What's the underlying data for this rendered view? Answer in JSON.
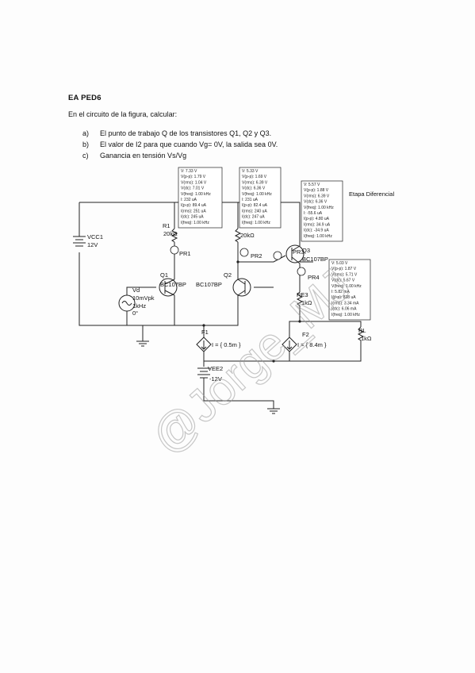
{
  "document": {
    "title": "EA PED6",
    "intro": "En el circuito de la figura, calcular:",
    "questions": [
      {
        "label": "a)",
        "text": "El punto de trabajo Q de los transistores Q1, Q2 y Q3."
      },
      {
        "label": "b)",
        "text": "El valor de I2 para que cuando Vg= 0V, la salida sea 0V."
      },
      {
        "label": "c)",
        "text": "Ganancia en tensión Vs/Vg"
      }
    ]
  },
  "circuit": {
    "annotation": "Etapa Diferencial",
    "components": {
      "vcc1_name": "VCC1",
      "vcc1_value": "12V",
      "r1_name": "R1",
      "r1_value": "20kΩ",
      "r2_value": "20kΩ",
      "pr1": "PR1",
      "pr2": "PR2",
      "pr3": "PR3",
      "pr4": "PR4",
      "q1_name": "Q1",
      "q1_model": "BC107BP",
      "q2_name": "Q2",
      "q2_model": "BC107BP",
      "q3_name": "Q3",
      "q3_model": "BC107BP",
      "vg_name": "Vd",
      "vg_amp": "10mVpk",
      "vg_freq": "1kHz",
      "vg_phase": "0°",
      "re3_name": "RE3",
      "re3_value": "1kΩ",
      "rl_name": "RL",
      "rl_value": "1kΩ",
      "f1_name": "F1",
      "f1_value": "I = { 0.5m }",
      "f2_name": "F2",
      "f2_value": "I = { 8.4m }",
      "vee2_name": "VEE2",
      "vee2_value": "-12V"
    },
    "probes": {
      "pr1": [
        "V: 7.33 V",
        "V(p-p): 1.79 V",
        "V(rms): 1.04 V",
        "V(dc): 7.01 V",
        "V(freq): 1.00 kHz",
        "I: 232 uA",
        "I(p-p): 89.4 uA",
        "I(rms): 251 uA",
        "I(dc): 245 uA",
        "I(freq): 1.00 kHz"
      ],
      "pr2": [
        "V: 5.33 V",
        "V(p-p): 1.69 V",
        "V(rms): 6.39 V",
        "V(dc): 6.36 V",
        "V(freq): 1.00 kHz",
        "I: 231 uA",
        "I(p-p): 82.4 uA",
        "I(rms): 240 uA",
        "I(dc): 247 uA",
        "I(freq): 1.00 kHz"
      ],
      "pr3": [
        "V: 5.57 V",
        "V(p-p): 1.88 V",
        "V(rms): 6.39 V",
        "V(dc): 6.36 V",
        "V(freq): 1.00 kHz",
        "I: -55.6 uA",
        "I(p-p): 4.80 uA",
        "I(rms): 34.9 uA",
        "I(dc): -34.9 uA",
        "I(freq): 1.00 kHz"
      ],
      "pr4": [
        "V: 5.03 V",
        "V(p-p): 1.87 V",
        "V(rms): 5.71 V",
        "V(dc): 5.67 V",
        "V(freq): 1.00 kHz",
        "I: 5.82 mA",
        "I(p-p): 838 uA",
        "I(rms): 3.34 mA",
        "I(dc): 6.06 mA",
        "I(freq): 1.00 kHz"
      ]
    }
  },
  "watermark": "@Jorge_MJ"
}
